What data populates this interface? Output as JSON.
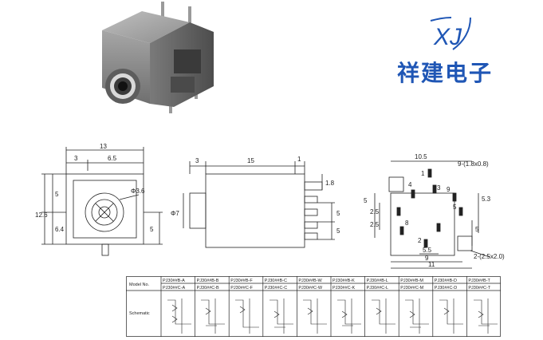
{
  "brand": {
    "logo_text": "XJ",
    "name": "祥建电子"
  },
  "front_view": {
    "width": "13",
    "offset_left": "3",
    "offset_right": "6.5",
    "height_total": "12.6",
    "height_upper": "5",
    "height_lower": "6.4",
    "right_lower": "5",
    "hole": "Φ3.6"
  },
  "side_view": {
    "left_offset": "3",
    "body_length": "15",
    "right_offset": "1",
    "pin_len": "1.8",
    "diameter": "Φ7",
    "pitch_upper": "5",
    "pitch_lower": "5"
  },
  "footprint_view": {
    "top_width": "10.5",
    "pad_top": "9-(1.8x0.8)",
    "left_a": "5",
    "left_b": "2.5",
    "left_c": "2.5",
    "right_a": "5.3",
    "right_b": "5",
    "mid": "5.5",
    "bottom_a": "9",
    "bottom_b": "11",
    "pad_bottom": "2-(2.5x2.0)",
    "pins": [
      "1",
      "2",
      "3",
      "4",
      "5",
      "8",
      "9"
    ]
  },
  "table": {
    "row_header_model": "Model No.",
    "row_header_schematic": "Schematic",
    "models_top": [
      "PJ30##B-A",
      "PJ30##B-B",
      "PJ30##B-F",
      "PJ30##B-C",
      "PJ30##B-W",
      "PJ30##B-K",
      "PJ30##B-L",
      "PJ30##B-M",
      "PJ30##B-D",
      "PJ30##B-T"
    ],
    "models_bottom": [
      "PJ30##C-A",
      "PJ30##C-B",
      "PJ30##C-F",
      "PJ30##C-C",
      "PJ30##C-W",
      "PJ30##C-K",
      "PJ30##C-L",
      "PJ30##C-M",
      "PJ30##C-D",
      "PJ30##C-T"
    ]
  }
}
